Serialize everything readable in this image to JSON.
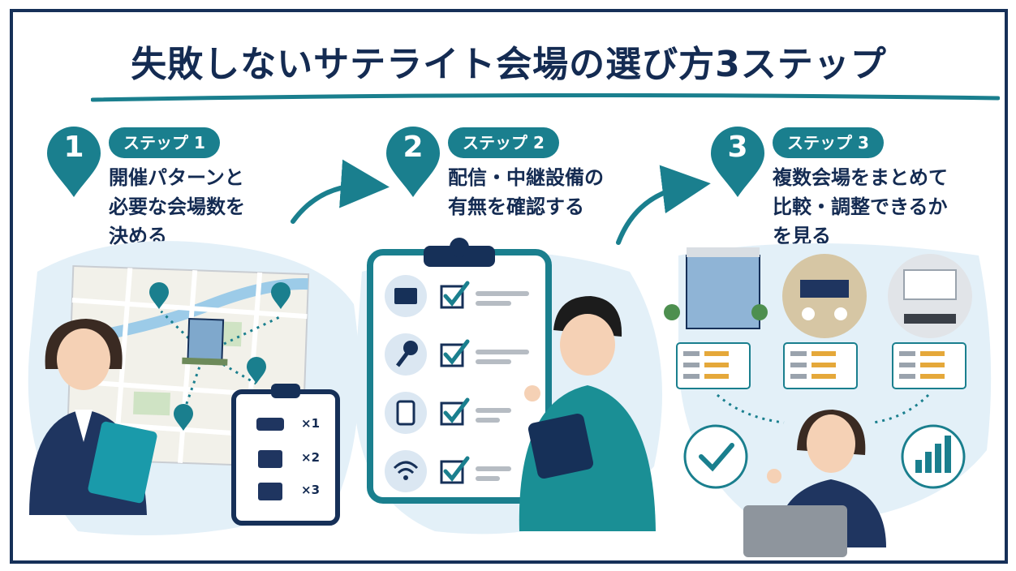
{
  "title": "失敗しないサテライト会場の選び方3ステップ",
  "colors": {
    "navy": "#142b52",
    "teal": "#1a7f8e",
    "light_blue": "#e3f0f8"
  },
  "steps": [
    {
      "number": "1",
      "badge": "ステップ 1",
      "lines": [
        "開催パターンと",
        "必要な会場数を",
        "決める"
      ]
    },
    {
      "number": "2",
      "badge": "ステップ 2",
      "lines": [
        "配信・中継設備の",
        "有無を確認する"
      ]
    },
    {
      "number": "3",
      "badge": "ステップ 3",
      "lines": [
        "複数会場をまとめて",
        "比較・調整できるか",
        "を見る"
      ]
    }
  ],
  "step1_clipboard": {
    "rows": [
      "×1",
      "×2",
      "×3"
    ]
  },
  "step2_checklist_icons": [
    "video-icon",
    "microphone-icon",
    "power-outlet-icon",
    "wifi-icon"
  ],
  "step3_venues": [
    "office-building",
    "banquet-hall",
    "seminar-room"
  ]
}
